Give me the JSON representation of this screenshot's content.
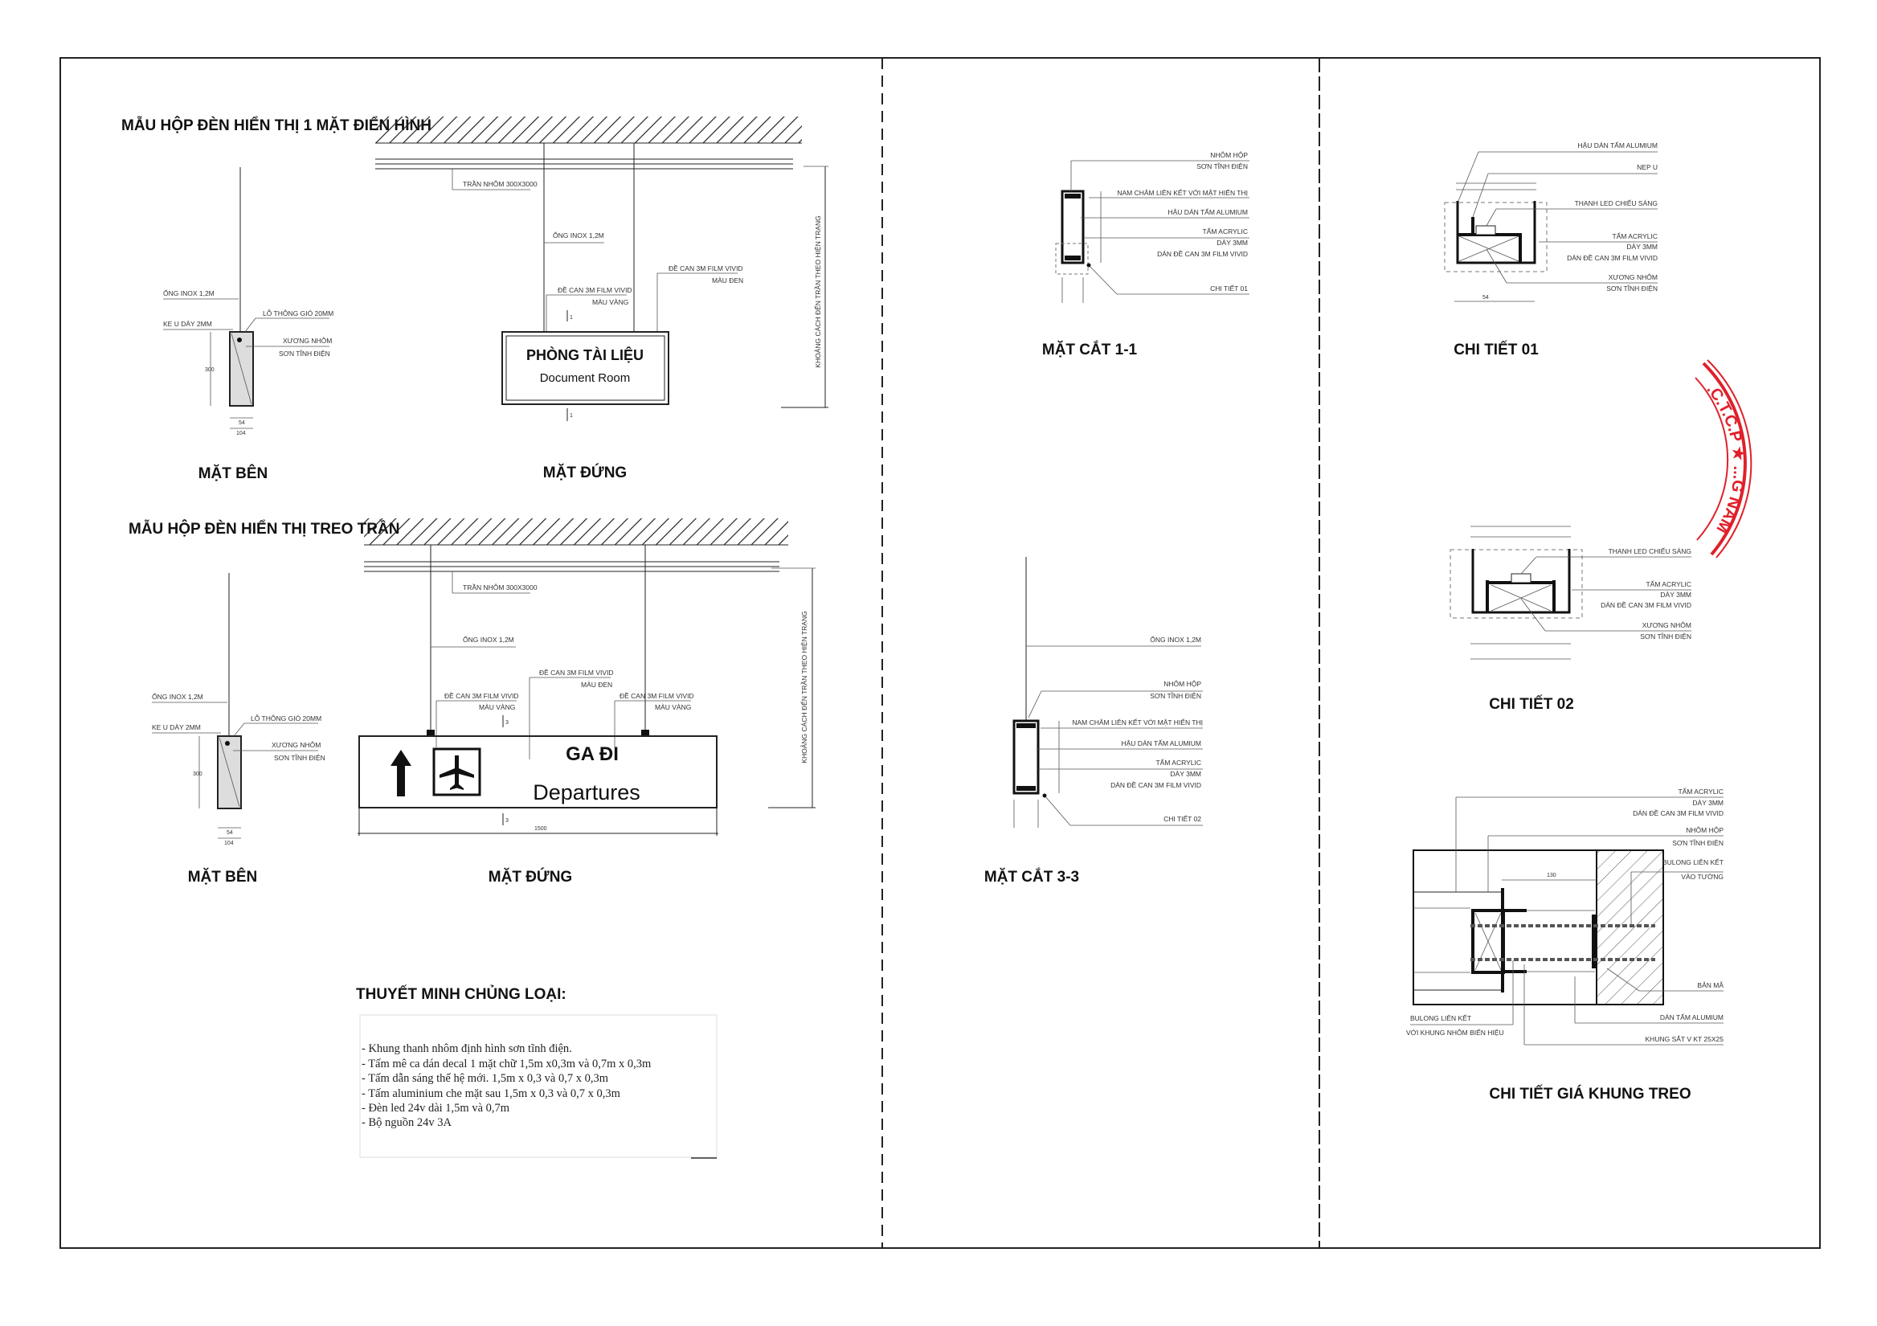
{
  "panel_a": {
    "title": "MẪU HỘP ĐÈN HIỂN THỊ 1 MẶT ĐIỂN HÌNH",
    "side_view": {
      "label": "MẶT BÊN",
      "pipe": "ỐNG INOX 1,2M",
      "vent": "LỖ THÔNG GIÓ 20MM",
      "bracket": "KE U DÀY 2MM",
      "frame_1": "XƯƠNG NHÔM",
      "frame_2": "SƠN TĨNH ĐIỆN",
      "dim_height": "300",
      "dim_inner": "54",
      "dim_width": "104"
    },
    "front_view": {
      "label": "MẶT ĐỨNG",
      "ceiling": "TRẦN NHÔM 300X3000",
      "pipe": "ỐNG INOX 1,2M",
      "decal_black_1": "ĐỀ CAN 3M FILM VIVID",
      "decal_black_2": "MÀU ĐEN",
      "decal_yellow_1": "ĐỀ CAN 3M FILM VIVID",
      "decal_yellow_2": "MÀU VÀNG",
      "clearance": "KHOẢNG CÁCH ĐẾN TRẦN THEO HIỆN TRẠNG",
      "sign_title": "PHÒNG TÀI LIỆU",
      "sign_subtitle": "Document Room",
      "section_mark": "1"
    }
  },
  "panel_b": {
    "title": "MẪU HỘP ĐÈN HIỂN THỊ TREO TRẦN",
    "side_view": {
      "label": "MẶT BÊN",
      "pipe": "ỐNG INOX 1,2M",
      "vent": "LỖ THÔNG GIÓ 20MM",
      "bracket": "KE U DÀY 2MM",
      "frame_1": "XƯƠNG NHÔM",
      "frame_2": "SƠN TĨNH ĐIỆN",
      "dim_height": "300",
      "dim_inner": "54",
      "dim_width": "104"
    },
    "front_view": {
      "label": "MẶT ĐỨNG",
      "ceiling": "TRẦN NHÔM 300X3000",
      "pipe": "ỐNG INOX 1,2M",
      "decal_black_1": "ĐỀ CAN 3M FILM VIVID",
      "decal_black_2": "MÀU ĐEN",
      "decal_yellow_1": "ĐỀ CAN 3M FILM VIVID",
      "decal_yellow_2": "MÀU VÀNG",
      "decal_yellow_r1": "ĐỀ CAN 3M FILM VIVID",
      "decal_yellow_r2": "MÀU VÀNG",
      "clearance": "KHOẢNG CÁCH ĐẾN TRẦN THEO HIỆN TRẠNG",
      "sign_title": "GA ĐI",
      "sign_subtitle": "Departures",
      "section_mark": "3",
      "dim_width": "1500"
    }
  },
  "specs": {
    "title": "THUYẾT MINH CHỦNG LOẠI:",
    "items": [
      "- Khung thanh nhôm định hình sơn tĩnh điện.",
      "- Tấm mê ca dán decal 1 mặt chữ 1,5m x0,3m và 0,7m x 0,3m",
      "- Tấm dẫn sáng thế hệ mới. 1,5m x 0,3 và 0,7 x 0,3m",
      "- Tấm aluminium che mặt sau 1,5m x 0,3 và 0,7 x 0,3m",
      "- Đèn led 24v dài 1,5m và 0,7m",
      "- Bộ nguồn 24v 3A"
    ]
  },
  "section_1_1": {
    "label": "MẶT CẮT 1-1",
    "notes": [
      "NHÔM HỘP",
      "SƠN TĨNH ĐIỆN",
      "NAM CHÂM LIÊN KẾT VỚI MẶT HIỂN THỊ",
      "HẬU DÁN TẤM ALUMIUM",
      "TẤM ACRYLIC",
      "DÀY 3MM",
      "DÁN ĐỀ CAN 3M FILM VIVID",
      "CHI TIẾT 01"
    ]
  },
  "section_3_3": {
    "label": "MẶT CẮT 3-3",
    "notes": [
      "ỐNG INOX 1,2M",
      "NHÔM HỘP",
      "SƠN TĨNH ĐIỆN",
      "NAM CHÂM LIÊN KẾT VỚI MẶT HIỂN THỊ",
      "HẬU DÁN TẤM ALUMIUM",
      "TẤM ACRYLIC",
      "DÀY 3MM",
      "DÁN ĐỀ CAN 3M FILM VIVID",
      "CHI TIẾT 02"
    ]
  },
  "detail_01": {
    "label": "CHI TIẾT 01",
    "notes": [
      "HẬU DÁN TẤM ALUMIUM",
      "NẸP U",
      "THANH LED CHIẾU SÁNG",
      "TẤM ACRYLIC",
      "DÀY 3MM",
      "DÁN ĐỀ CAN 3M FILM VIVID",
      "XƯƠNG NHÔM",
      "SƠN TĨNH ĐIỆN"
    ]
  },
  "detail_02": {
    "label": "CHI TIẾT 02",
    "notes": [
      "THANH LED CHIẾU SÁNG",
      "TẤM ACRYLIC",
      "DÀY 3MM",
      "DÁN ĐỀ CAN 3M FILM VIVID",
      "XƯƠNG NHÔM",
      "SƠN TĨNH ĐIỆN"
    ]
  },
  "detail_frame": {
    "label": "CHI TIẾT GIÁ KHUNG TREO",
    "notes_right": [
      "TẤM ACRYLIC",
      "DÀY 3MM",
      "DÁN ĐỀ CAN 3M FILM VIVID",
      "NHÔM HỘP",
      "SƠN TĨNH ĐIỆN",
      "BULONG LIÊN KẾT",
      "VÀO TƯỜNG",
      "BẢN MÃ",
      "DÁN TẤM ALUMIUM",
      "KHUNG SẮT V KT 25X25"
    ],
    "notes_left": [
      "BULONG LIÊN KẾT",
      "VỚI KHUNG NHÔM BIỂN HIỆU"
    ],
    "dim": "130"
  },
  "stamp": {
    "text": ".C.T.C.P ★ ...G NAM",
    "color": "#e0202a"
  },
  "colors": {
    "ink": "#111111",
    "paper": "#ffffff",
    "stamp": "#e0202a"
  }
}
